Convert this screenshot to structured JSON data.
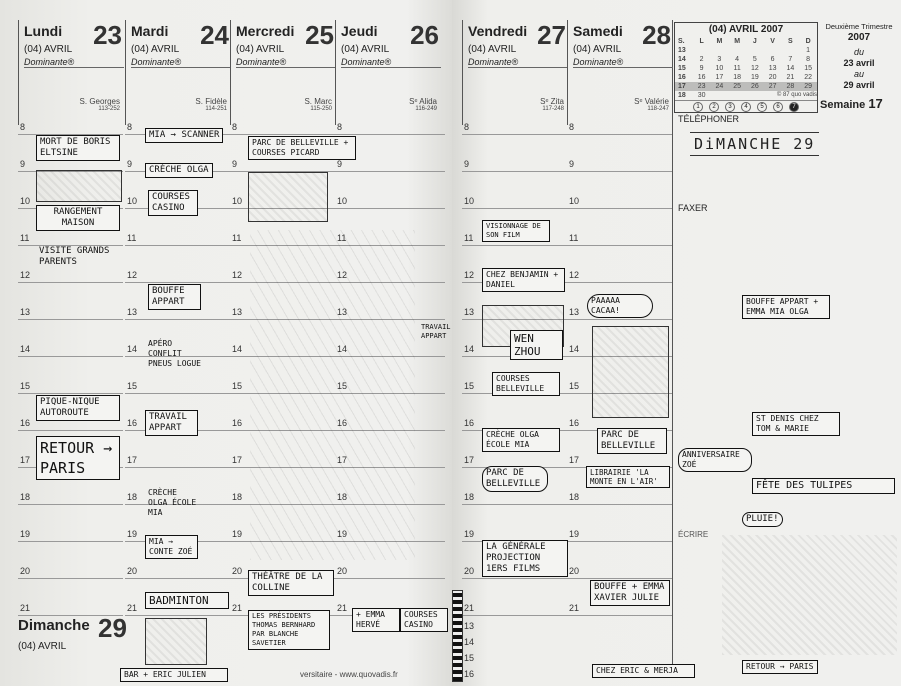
{
  "left_page": {
    "days": [
      {
        "name": "Lundi",
        "num": "23",
        "month": "(04) AVRIL",
        "dominante": "Dominante®",
        "saint": "S. Georges",
        "code": "113-252"
      },
      {
        "name": "Mardi",
        "num": "24",
        "month": "(04) AVRIL",
        "dominante": "Dominante®",
        "saint": "S. Fidèle",
        "code": "114-251"
      },
      {
        "name": "Mercredi",
        "num": "25",
        "month": "(04) AVRIL",
        "dominante": "Dominante®",
        "saint": "S. Marc",
        "code": "115-250"
      },
      {
        "name": "Jeudi",
        "num": "26",
        "month": "(04) AVRIL",
        "dominante": "Dominante®",
        "saint": "Sᵉ Alida",
        "code": "116-249"
      }
    ],
    "hours": [
      8,
      9,
      10,
      11,
      12,
      13,
      14,
      15,
      16,
      17,
      18,
      19,
      20,
      21
    ],
    "sunday": {
      "name": "Dimanche",
      "num": "29",
      "month": "(04) AVRIL"
    },
    "footer": "versitaire - www.quovadis.fr"
  },
  "right_page": {
    "days": [
      {
        "name": "Vendredi",
        "num": "27",
        "month": "(04) AVRIL",
        "dominante": "Dominante®",
        "saint": "Sᵉ Zita",
        "code": "117-248"
      },
      {
        "name": "Samedi",
        "num": "28",
        "month": "(04) AVRIL",
        "dominante": "Dominante®",
        "saint": "Sᵉ Valérie",
        "code": "118-247"
      }
    ],
    "hours": [
      8,
      9,
      10,
      11,
      12,
      13,
      14,
      15,
      16,
      17,
      18,
      19,
      20,
      21,
      13,
      14,
      15,
      16
    ],
    "calendar": {
      "title": "(04) AVRIL 2007",
      "headers": [
        "S.",
        "L",
        "M",
        "M",
        "J",
        "V",
        "S",
        "D"
      ],
      "rows": [
        [
          "13",
          "",
          "",
          "",
          "",
          "",
          "",
          "1"
        ],
        [
          "14",
          "2",
          "3",
          "4",
          "5",
          "6",
          "7",
          "8"
        ],
        [
          "15",
          "9",
          "10",
          "11",
          "12",
          "13",
          "14",
          "15"
        ],
        [
          "16",
          "16",
          "17",
          "18",
          "19",
          "20",
          "21",
          "22"
        ],
        [
          "17",
          "23",
          "24",
          "25",
          "26",
          "27",
          "28",
          "29"
        ],
        [
          "18",
          "30",
          "",
          "",
          "",
          "",
          "",
          "© 87 quo vadis"
        ]
      ],
      "weekday_circles": [
        "1",
        "2",
        "3",
        "4",
        "5",
        "6",
        "7"
      ]
    },
    "trimester": "Deuxième Trimestre",
    "year": "2007",
    "du": "du",
    "from": "23 avril",
    "au": "au",
    "to": "29 avril",
    "week_label": "Semaine",
    "week_num": "17",
    "telephoner": "TÉLÉPHONER",
    "faxer": "FAXER",
    "ecrire": "ÉCRIRE",
    "sunday_note": "DiMANCHE 29"
  },
  "notes": {
    "mort": "MORT DE BORIS ELTSINE",
    "scanner": "MiA → SCANNER",
    "creche": "CRÈCHE OLGA",
    "courses": "COURSES CASINO",
    "belleville": "PARC DE BELLEVILLE + COURSES PiCARD",
    "rangement": "RANGEMENT MAiSON",
    "visite": "ViSiTE GRANDS PARENTS",
    "bouffe1": "BOUFFE APPART",
    "apero": "APÉRO CONFLIT PNEUS LOGUE",
    "piquenique": "PiQUE-NiQUE AUTOROUTE",
    "travail": "TRAVAiL APPART",
    "retour": "RETOUR → PARiS",
    "creche2": "CRÈCHE OLGA ÉCOLE MiA",
    "mia_zoe": "MiA → CONTE ZOÉ",
    "badminton": "BADMiNTON",
    "theatre": "THÉÂTRE DE LA COLLiNE",
    "president": "LES PRÉSIDENTS THOMAS BERNHARD PAR BLANCHE SAVETIER",
    "bar": "BAR + ERiC JULiEN",
    "emma_herve": "+ EMMA HERVÉ",
    "courses2": "COURSES CASINO",
    "travail2": "TRAVAiL APPART",
    "visionnage": "ViSiONNAGE DE SON FiLM",
    "benjamin": "CHEZ BENJAMiN + DANiEL",
    "wen": "WEN ZHOU",
    "courses3": "COURSES BELLEViLLE",
    "creche3": "CRÈCHE OLGA ÉCOLE MiA",
    "parc2": "PARC DE BELLEViLLE",
    "parc3": "PARC DE BELLEViLLE",
    "librairie": "LiBRAiRiE 'LA MONTE EN L'AiR'",
    "generale": "LA GÉNÉRALE PROJECTiON 1ers FiLMS",
    "bouffe2": "BOUFFE + EMMA XAViER JULiE",
    "chez_eric": "CHEZ ERiC & MERJA",
    "paaaa": "PAAAAA CACAA!",
    "bouffe3": "BOUFFE APPART + EMMA MiA OLGA",
    "stdenis": "St DENiS CHEZ TOM & MARiE",
    "anniv": "ANNiVERSAiRE ZOÉ",
    "tulipes": "FÊTE DES TULiPES",
    "pluie": "PLUiE!",
    "retour2": "RETOUR → PARiS"
  }
}
